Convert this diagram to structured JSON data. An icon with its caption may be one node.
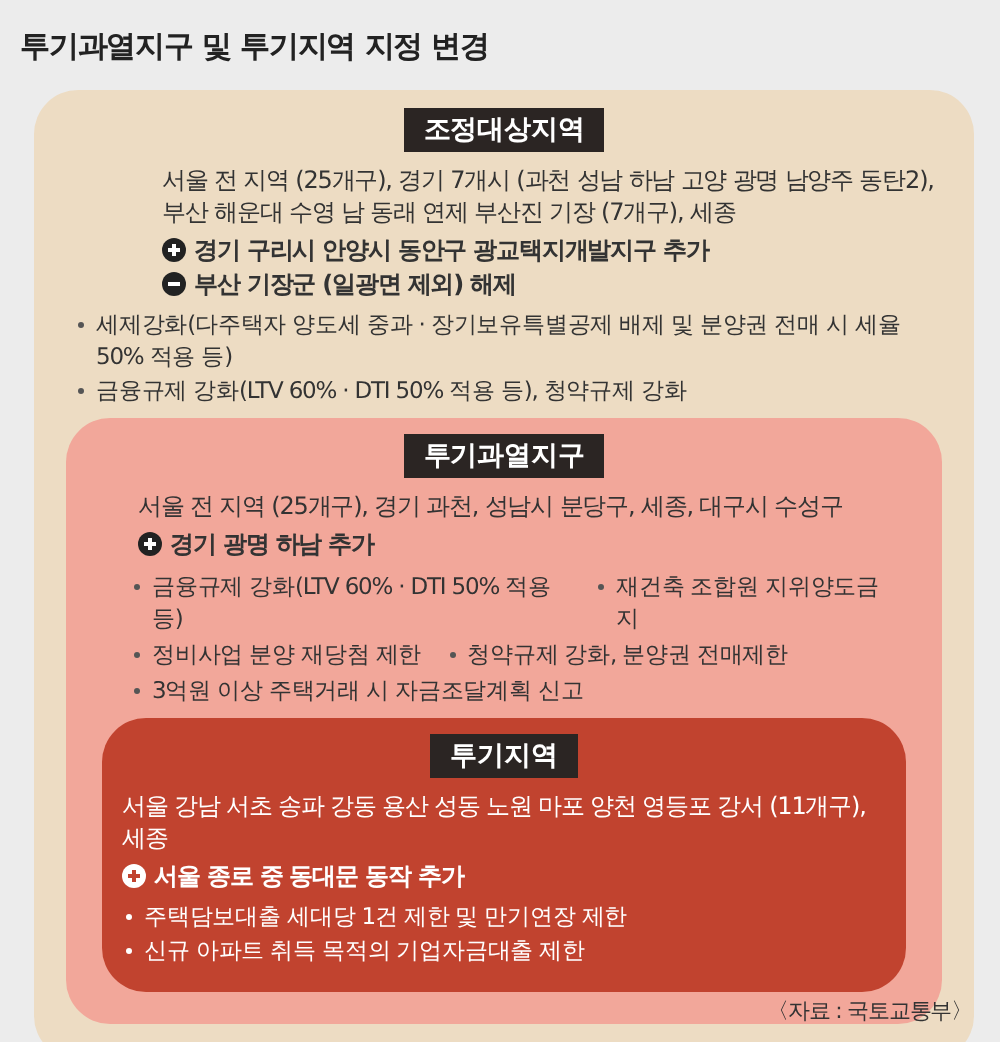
{
  "diagram": {
    "title": "투기과열지구 및 투기지역 지정 변경",
    "nodes": [
      {
        "text": [
          "조정대상지역",
          "서울 전 지역 (25개구), 경기 7개시 (과천 성남 하남 고양 광명 남양주 동탄2), 부산 해운대 수영 남 동래 연제 부산진 기장 (7개구), 세종",
          "경기 구리시 안양시 동안구 광교택지개발지구 추가",
          "부산 기장군 (일광면 제외) 해제",
          "세제강화(다주택자 양도세 중과 · 장기보유특별공제 배제 및 분양권 전매 시 세율 50% 적용 등)",
          "금융규제 강화(LTV 60% · DTI 50% 적용 등), 청약규제 강화"
        ]
      },
      {
        "text": [
          "투기과열지구",
          "서울 전 지역 (25개구), 경기 과천, 성남시 분당구, 세종, 대구시 수성구",
          "경기 광명 하남 추가",
          "금융규제 강화(LTV 60% · DTI 50% 적용 등)",
          "재건축 조합원 지위양도금지",
          "정비사업 분양 재당첨 제한",
          "청약규제 강화, 분양권 전매제한",
          "3억원 이상 주택거래 시 자금조달계획 신고"
        ],
        "in": 0
      },
      {
        "text": [
          "투기지역",
          "서울 강남 서초 송파 강동 용산 성동 노원 마포 양천 영등포 강서 (11개구), 세종",
          "서울 종로 중 동대문 동작 추가",
          "주택담보대출 세대당 1건 제한 및 만기연장 제한",
          "신규 아파트 취득 목적의 기업자금대출 제한"
        ],
        "in": 1
      }
    ],
    "labels": [
      "〈자료 : 국토교통부〉"
    ]
  }
}
